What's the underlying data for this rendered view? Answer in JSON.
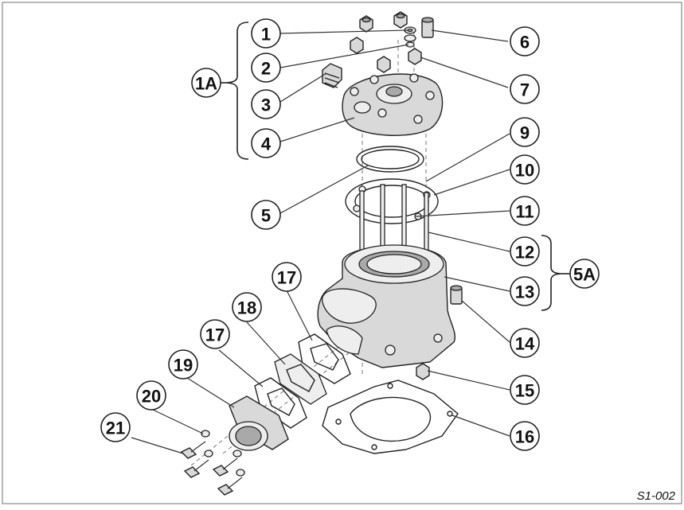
{
  "diagram": {
    "reference_code": "S1-002",
    "groups": [
      {
        "label": "1A"
      },
      {
        "label": "5A"
      }
    ],
    "callouts": [
      "1",
      "2",
      "3",
      "4",
      "5",
      "6",
      "7",
      "9",
      "10",
      "11",
      "12",
      "13",
      "14",
      "15",
      "16",
      "17",
      "17",
      "18",
      "19",
      "20",
      "21"
    ]
  }
}
